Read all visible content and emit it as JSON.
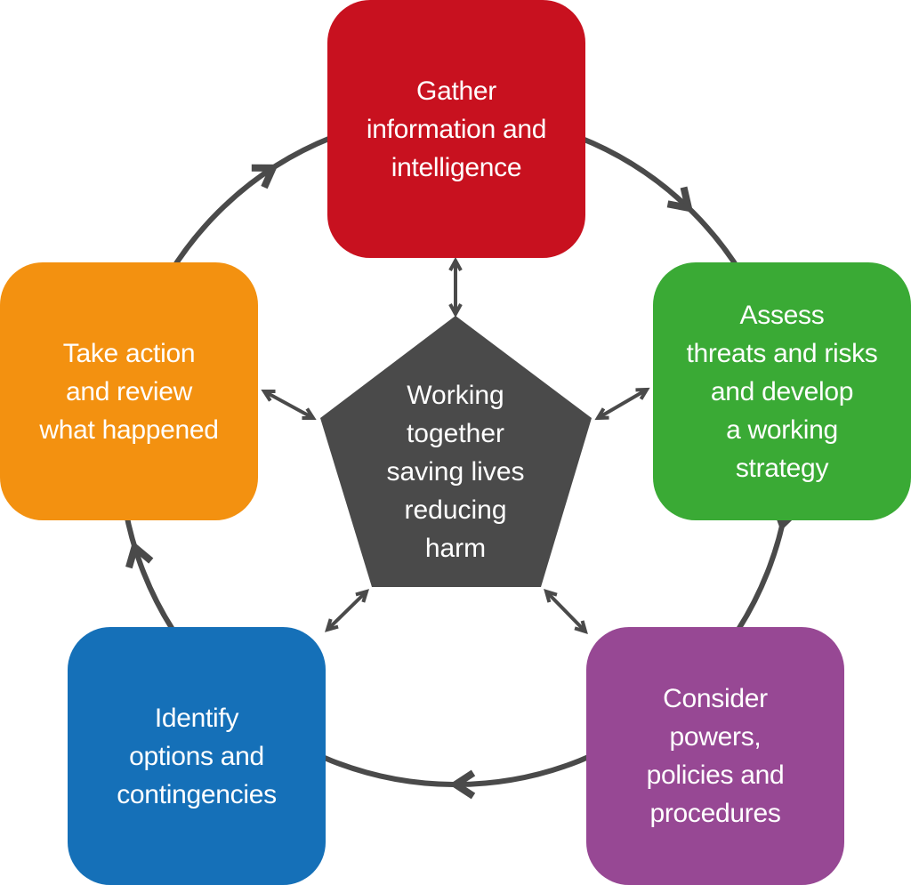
{
  "diagram": {
    "type": "cycle",
    "direction": "clockwise",
    "center": {
      "label": "Working\ntogether\nsaving lives\nreducing\nharm",
      "color": "#4a4a4a",
      "shape": "pentagon"
    },
    "steps": [
      {
        "id": "gather",
        "label": "Gather\ninformation and\nintelligence",
        "color": "#c8111f"
      },
      {
        "id": "assess",
        "label": "Assess\nthreats and risks\nand develop\na working\nstrategy",
        "color": "#3aaa35"
      },
      {
        "id": "consider",
        "label": "Consider\npowers,\npolicies and\nprocedures",
        "color": "#974894"
      },
      {
        "id": "identify",
        "label": "Identify\noptions and\ncontingencies",
        "color": "#1570b8"
      },
      {
        "id": "action",
        "label": "Take action\nand review\nwhat happened",
        "color": "#f39110"
      }
    ],
    "connector_color": "#4a4a4a"
  }
}
